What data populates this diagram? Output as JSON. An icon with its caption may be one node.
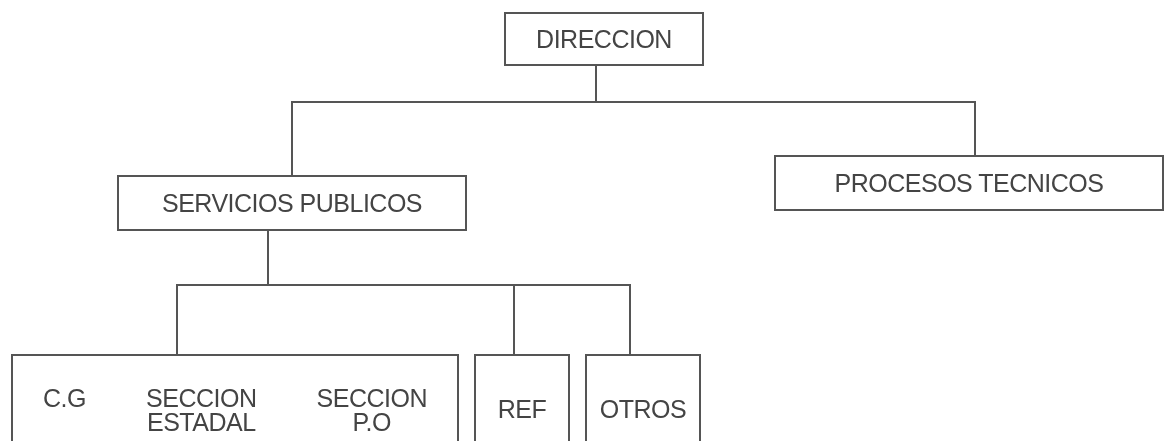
{
  "diagram": {
    "nodes": [
      {
        "text": [
          "DIRECCION"
        ]
      },
      {
        "text": [
          "SERVICIOS PUBLICOS"
        ]
      },
      {
        "text": [
          "PROCESOS TECNICOS"
        ]
      },
      {
        "text": [
          "C.G",
          "SECCION ESTADAL",
          "SECCION P.O"
        ]
      },
      {
        "text": [
          "REF"
        ]
      },
      {
        "text": [
          "OTROS"
        ]
      }
    ],
    "edges": [
      {
        "from": 0,
        "to": 1,
        "arrow": "none"
      },
      {
        "from": 0,
        "to": 2,
        "arrow": "none"
      },
      {
        "from": 1,
        "to": 3,
        "arrow": "none"
      },
      {
        "from": 1,
        "to": 4,
        "arrow": "none"
      },
      {
        "from": 1,
        "to": 5,
        "arrow": "none"
      }
    ]
  }
}
